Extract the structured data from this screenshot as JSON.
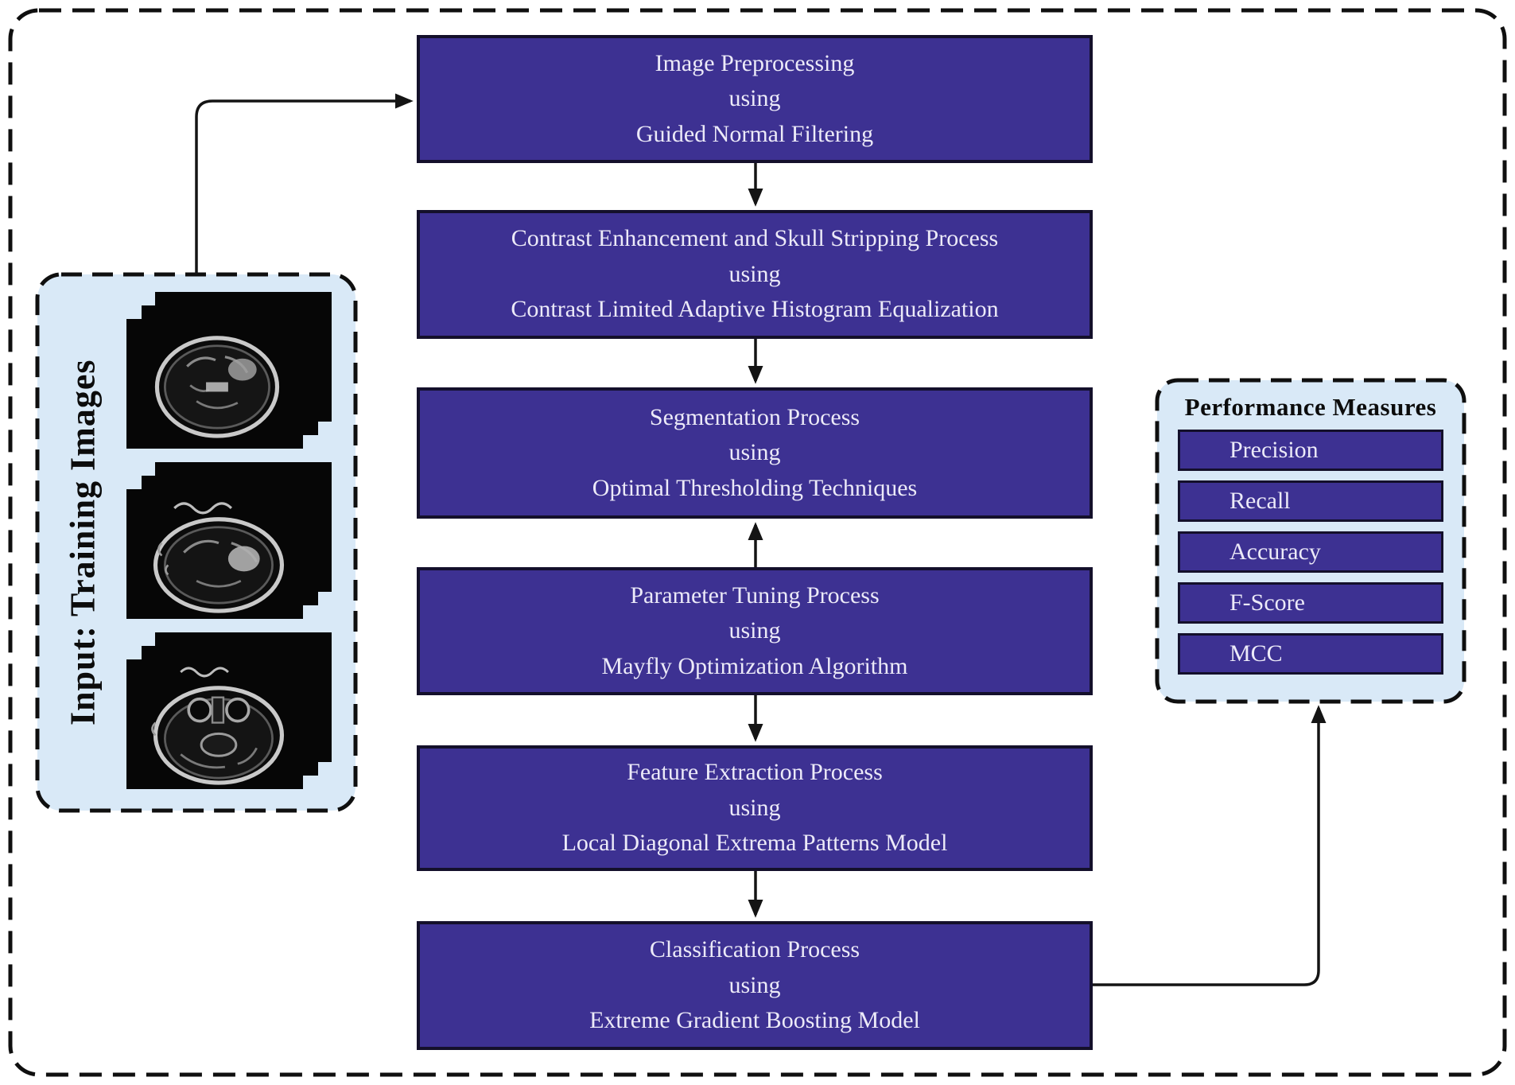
{
  "input": {
    "label": "Input: Training Images",
    "image_count": 3
  },
  "flow": {
    "boxes": [
      {
        "process": "Image Preprocessing",
        "using": "using",
        "method": "Guided Normal Filtering"
      },
      {
        "process": "Contrast Enhancement and Skull Stripping Process",
        "using": "using",
        "method": "Contrast Limited Adaptive Histogram Equalization"
      },
      {
        "process": "Segmentation Process",
        "using": "using",
        "method": "Optimal Thresholding Techniques"
      },
      {
        "process": "Parameter Tuning Process",
        "using": "using",
        "method": "Mayfly Optimization Algorithm"
      },
      {
        "process": "Feature Extraction Process",
        "using": "using",
        "method": "Local Diagonal Extrema Patterns Model"
      },
      {
        "process": "Classification Process",
        "using": "using",
        "method": "Extreme Gradient Boosting Model"
      }
    ]
  },
  "performance": {
    "title": "Performance Measures",
    "metrics": [
      "Precision",
      "Recall",
      "Accuracy",
      "F-Score",
      "MCC"
    ]
  },
  "colors": {
    "box_purple": "#3d3192",
    "box_border": "#14102b",
    "panel_blue": "#d9e9f7",
    "dash_border": "#0f0f0f",
    "box_text": "#eceaf8",
    "arrow": "#141414"
  }
}
